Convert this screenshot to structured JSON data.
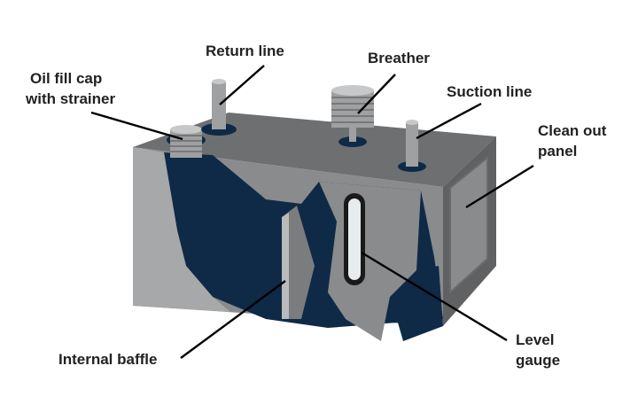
{
  "labels": {
    "return_line": "Return line",
    "breather": "Breather",
    "oil_fill_line1": "Oil fill cap",
    "oil_fill_line2": "with strainer",
    "suction_line": "Suction line",
    "clean_out_line1": "Clean out",
    "clean_out_line2": "panel",
    "internal_baffle": "Internal baffle",
    "level_line1": "Level",
    "level_line2": "gauge"
  },
  "colors": {
    "top": "#6e6f71",
    "front": "#8a8b8d",
    "side": "#606163",
    "interior": "#0e2a47",
    "cut": "#a7a8aa",
    "outline": "#000000"
  }
}
